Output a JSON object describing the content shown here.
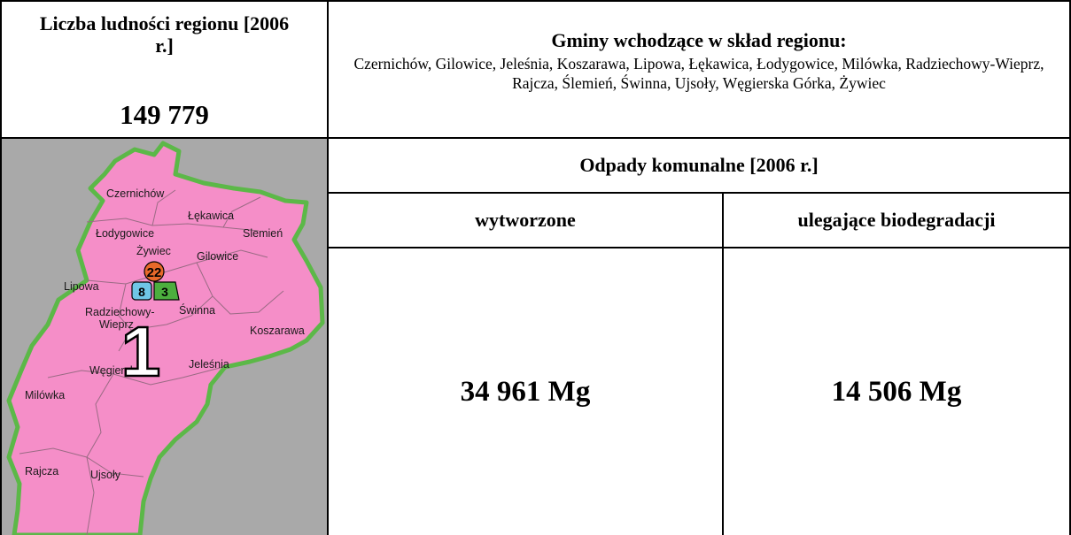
{
  "population": {
    "heading": "Liczba ludności regionu [2006 r.]",
    "value": "149 779"
  },
  "communes": {
    "heading": "Gminy wchodzące w skład regionu:",
    "list": "Czernichów, Gilowice, Jeleśnia, Koszarawa, Lipowa, Łękawica, Łodygowice, Milówka, Radziechowy-Wieprz, Rajcza, Ślemień, Świnna, Ujsoły, Węgierska Górka, Żywiec"
  },
  "waste": {
    "heading": "Odpady komunalne [2006 r.]",
    "col1_label": "wytworzone",
    "col2_label": "ulegające biodegradacji",
    "col1_value": "34 961 Mg",
    "col2_value": "14 506 Mg"
  },
  "map": {
    "background_color": "#a9a9a9",
    "region_fill": "#f58ec8",
    "region_border": "#5cb848",
    "labels": {
      "czernichow": "Czernichów",
      "lekawica": "Łękawica",
      "lodygowice": "Łodygowice",
      "slemien": "Slemień",
      "zywiec": "Żywiec",
      "gilowice": "Gilowice",
      "lipowa": "Lipowa",
      "radziechowy": "Radziechowy-",
      "wieprz": "Wieprz",
      "swinna": "Świnna",
      "koszarawa": "Koszarawa",
      "wegierska": "Węgierska",
      "jelesnia": "Jeleśnia",
      "milowka": "Milówka",
      "rajcza": "Rajcza",
      "ujsoly": "Ujsoły"
    },
    "markers": {
      "orange": "22",
      "blue": "8",
      "green": "3"
    },
    "region_number": "1"
  }
}
